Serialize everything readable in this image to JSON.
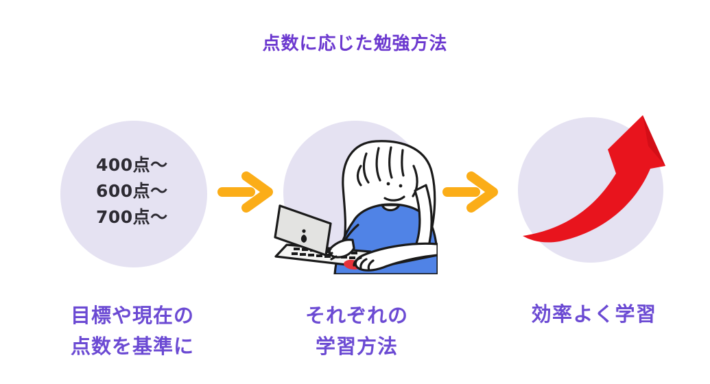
{
  "title": {
    "text": "点数に応じた勉強方法"
  },
  "colors": {
    "title_text": "#6b38cf",
    "label_text": "#6b4ad3",
    "circle_bg": "#e5e2f2",
    "score_text": "#2d2b33",
    "flow_arrow_orange": "#fbad18",
    "growth_arrow_red": "#e8141d",
    "growth_arrow_dark_red": "#d30e17",
    "shirt_blue": "#5083e6",
    "mouse_red": "#e8333a",
    "laptop_gray": "#e3e3e1",
    "outline_black": "#1a1a1a"
  },
  "steps": [
    {
      "name": "score-tiers",
      "scores": [
        "400点〜",
        "600点〜",
        "700点〜"
      ],
      "label_lines": [
        "目標や現在の",
        "点数を基準に"
      ]
    },
    {
      "name": "study-method",
      "illustration": "person-studying-at-laptop",
      "label_lines": [
        "それぞれの",
        "学習方法"
      ]
    },
    {
      "name": "efficient-learning",
      "illustration": "rising-growth-arrow",
      "label_lines": [
        "効率よく学習"
      ]
    }
  ],
  "connectors": [
    {
      "icon": "right-arrow"
    },
    {
      "icon": "right-arrow"
    }
  ]
}
